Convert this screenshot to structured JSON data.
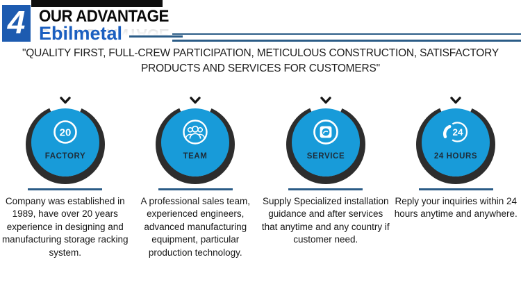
{
  "page": {
    "section_number": "4",
    "title": "OUR ADVANTAGE",
    "brand": "Ebilmetal",
    "quote_line1": "\"QUALITY FIRST, FULL-CREW PARTICIPATION, METICULOUS CONSTRUCTION, SATISFACTORY",
    "quote_line2": "PRODUCTS AND SERVICES FOR CUSTOMERS\""
  },
  "colors": {
    "number_box_blue": "#1d5bb0",
    "brand_blue": "#1b5fc0",
    "circle_blue": "#189bd9",
    "ring_dark": "#2d2d2d",
    "line_navy": "#2b5c87",
    "label_dark": "#1e2c38"
  },
  "advantages": [
    {
      "label": "FACTORY",
      "icon": "badge-20-icon",
      "badge_value": "20",
      "description": "Company was established in 1989, have over 20 years experience in designing and manufacturing storage racking system."
    },
    {
      "label": "TEAM",
      "icon": "team-icon",
      "badge_value": "",
      "description": "A professional sales team, experienced engineers, advanced manufacturing equipment, particular production technology."
    },
    {
      "label": "SERVICE",
      "icon": "service-icon",
      "badge_value": "",
      "description": "Supply Specialized installation guidance and after services that anytime and any country if customer need."
    },
    {
      "label": "24 HOURS",
      "icon": "phone-24-icon",
      "badge_value": "24",
      "description": "Reply your inquiries within 24 hours anytime and anywhere."
    }
  ]
}
